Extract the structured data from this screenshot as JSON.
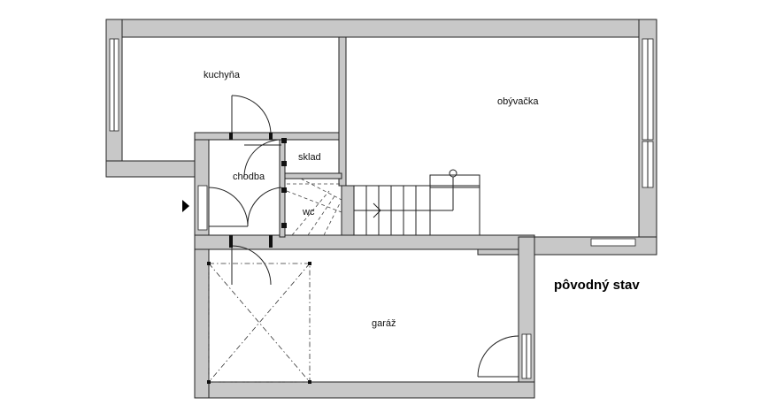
{
  "plan": {
    "rooms": {
      "kitchen": "kuchyňa",
      "living": "obývačka",
      "storage": "sklad",
      "hall": "chodba",
      "wc": "wc",
      "garage": "garáž"
    },
    "status_label": "pôvodný stav",
    "colors": {
      "wall_fill": "#c8c8c8",
      "line": "#222222"
    }
  }
}
